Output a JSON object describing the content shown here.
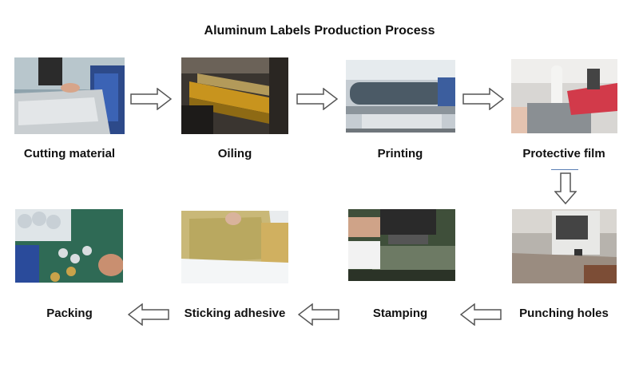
{
  "title": "Aluminum Labels Production Process",
  "steps": [
    {
      "label": "Cutting material",
      "photo_icon": "cutting-machine-photo"
    },
    {
      "label": "Oiling",
      "photo_icon": "oiling-rollers-photo"
    },
    {
      "label": "Printing",
      "photo_icon": "printing-press-photo"
    },
    {
      "label": "Protective film",
      "photo_icon": "laminating-machine-photo"
    },
    {
      "label": "Punching holes",
      "photo_icon": "punching-machine-photo"
    },
    {
      "label": "Stamping",
      "photo_icon": "stamping-press-photo"
    },
    {
      "label": "Sticking adhesive",
      "photo_icon": "adhesive-sheet-photo"
    },
    {
      "label": "Packing",
      "photo_icon": "packing-labels-photo"
    }
  ],
  "colors": {
    "arrow_stroke": "#555555",
    "arrow_fill": "#ffffff",
    "underline": "#5b7fb5"
  }
}
